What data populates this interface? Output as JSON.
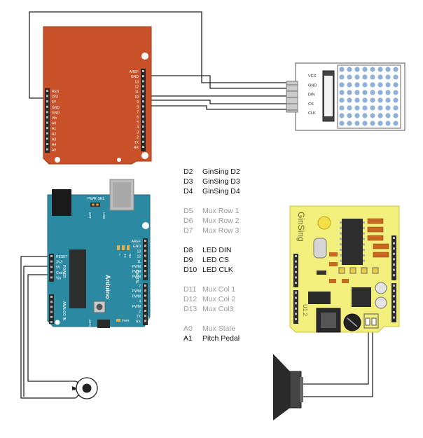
{
  "shield": {
    "left_header": [
      "RES",
      "3V3",
      "5V",
      "GND",
      "GND",
      "Vin",
      "A0",
      "A1",
      "A2",
      "A3",
      "A4",
      "A5"
    ],
    "right_header": [
      "AREF",
      "GND",
      "13",
      "12",
      "11",
      "10",
      "9",
      "8",
      "7",
      "6",
      "5",
      "4",
      "3",
      "2",
      "TX",
      "RX"
    ]
  },
  "matrix_module": {
    "pins": [
      "VCC",
      "GND",
      "DIN",
      "CS",
      "CLK"
    ]
  },
  "arduino": {
    "pwr_sel": "PWR SEL",
    "usb": "USB",
    "ext": "EXT",
    "left_labels": [
      "RESET",
      "3V3",
      "5V",
      "Gnd",
      "Vin"
    ],
    "analog_label": "ANALOG IN",
    "power_label": "POWER",
    "brand": "Arduino",
    "right_labels": [
      "AREF",
      "GND",
      "13",
      "12",
      "11",
      "PWM",
      "PWM",
      "PWM",
      "7",
      "PWM",
      "PWM",
      "4",
      "PWM",
      "2",
      "TX",
      "RX"
    ],
    "digital_label": "DIGITAL",
    "icsp": "ICSP",
    "pwr": "PWR",
    "led_labels": [
      "L",
      "TX",
      "RX"
    ]
  },
  "ginsing": {
    "title": "GinSing",
    "version": "U1.2"
  },
  "pin_table": {
    "groups": [
      [
        {
          "pin": "D2",
          "label": "GinSing D2",
          "active": true
        },
        {
          "pin": "D3",
          "label": "GinSing D3",
          "active": true
        },
        {
          "pin": "D4",
          "label": "GinSing D4",
          "active": true
        }
      ],
      [
        {
          "pin": "D5",
          "label": "Mux Row 1",
          "active": false
        },
        {
          "pin": "D6",
          "label": "Mux Row 2",
          "active": false
        },
        {
          "pin": "D7",
          "label": "Mux Row 3",
          "active": false
        }
      ],
      [
        {
          "pin": "D8",
          "label": "LED DIN",
          "active": true
        },
        {
          "pin": "D9",
          "label": "LED CS",
          "active": true
        },
        {
          "pin": "D10",
          "label": "LED CLK",
          "active": true
        }
      ],
      [
        {
          "pin": "D11",
          "label": "Mux Col 1",
          "active": false
        },
        {
          "pin": "D12",
          "label": "Mux Col 2",
          "active": false
        },
        {
          "pin": "D13",
          "label": "Mux Col3",
          "active": false
        }
      ],
      [
        {
          "pin": "A0",
          "label": "Mux State",
          "active": false
        },
        {
          "pin": "A1",
          "label": "Pitch Pedal",
          "active": true
        }
      ]
    ]
  },
  "colors": {
    "shield_board": "#c8512a",
    "arduino_board": "#2b8aa2",
    "ginsing_board": "#f2ef7c",
    "wire": "#222222",
    "matrix_dot": "#8fb0d8",
    "header": "#2a2a2a"
  }
}
